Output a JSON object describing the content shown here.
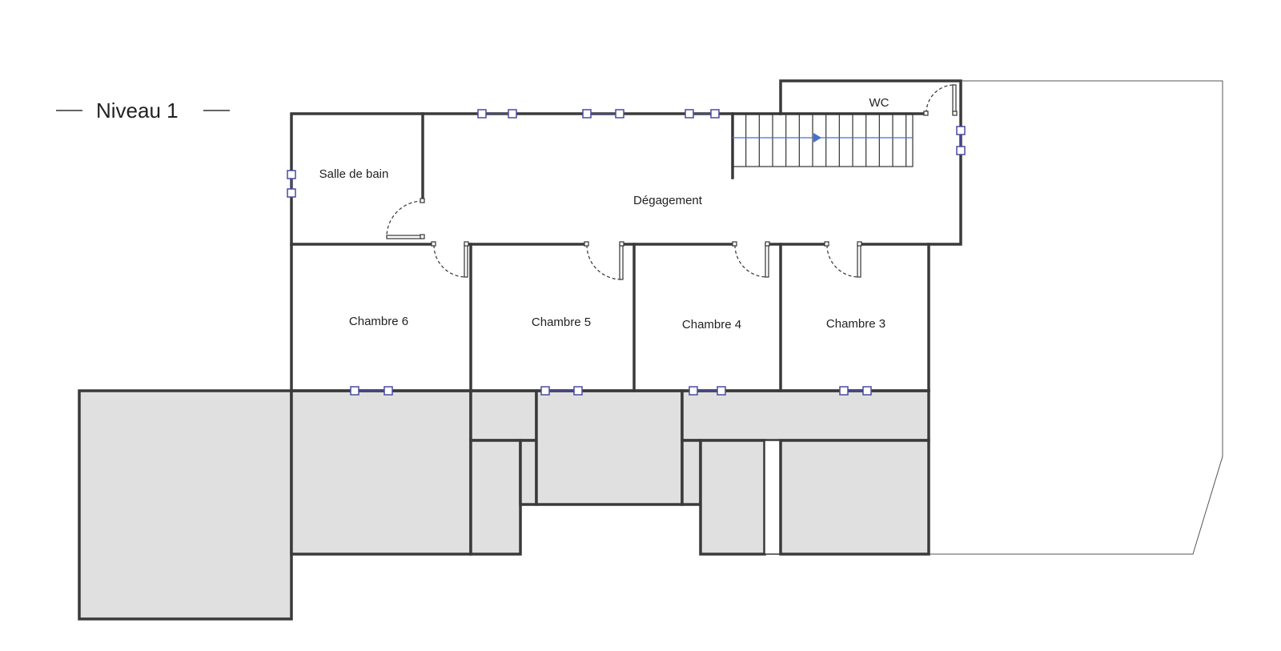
{
  "title": "Niveau 1",
  "rooms": {
    "salle_de_bain": "Salle de bain",
    "degagement": "Dégagement",
    "wc": "WC",
    "chambre_6": "Chambre 6",
    "chambre_5": "Chambre 5",
    "chambre_4": "Chambre 4",
    "chambre_3": "Chambre 3"
  },
  "colors": {
    "wall": "#3a3a3a",
    "window": "#4a4aa0",
    "stair_arrow": "#4a6fd0",
    "lower_level_fill": "#e0e0e0"
  }
}
